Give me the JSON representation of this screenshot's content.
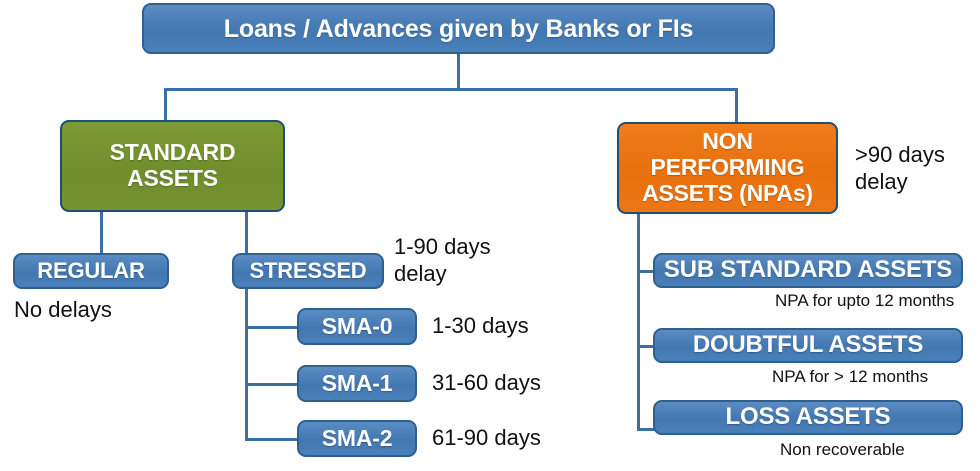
{
  "diagram": {
    "title": "Loans / Advances given by Banks or FIs",
    "nodes": {
      "root": "Loans / Advances given by Banks or FIs",
      "standard_assets": "STANDARD\nASSETS",
      "npa": "NON\nPERFORMING\nASSETS (NPAs)",
      "regular": "REGULAR",
      "stressed": "STRESSED",
      "sma_0": "SMA-0",
      "sma_1": "SMA-1",
      "sma_2": "SMA-2",
      "sub_standard_assets": "SUB STANDARD ASSETS",
      "doubtful_assets": "DOUBTFUL ASSETS",
      "loss_assets": "LOSS ASSETS"
    },
    "annotations": {
      "npa_delay": "&gt;90 days\ndelay",
      "regular_note": "No delays",
      "stressed_delay": "1-90 days\ndelay",
      "sma_0_days": "1-30 days",
      "sma_1_days": "31-60 days",
      "sma_2_days": "61-90 days",
      "sub_standard_note": "NPA for upto 12 months",
      "doubtful_note": "NPA for > 12 months",
      "loss_note": "Non recoverable"
    },
    "colors": {
      "root_fill": "#4277b0",
      "standard_fill": "#6f8d2c",
      "npa_fill": "#e8700d",
      "box_border": "#1f4e79",
      "connector": "#3a6ea5",
      "box_text": "#ffffff",
      "note_text": "#111111"
    }
  }
}
